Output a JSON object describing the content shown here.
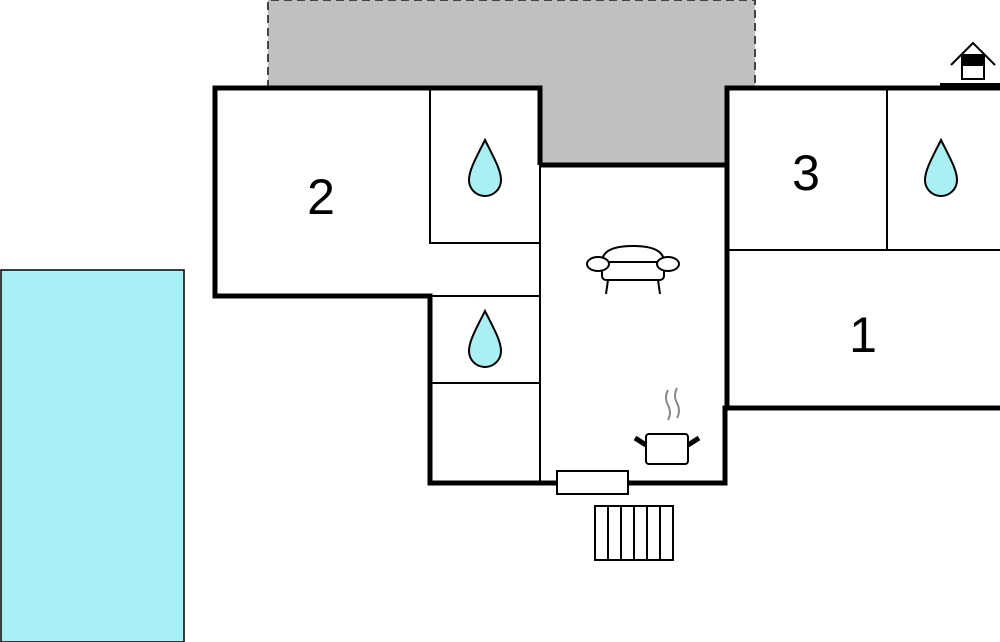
{
  "rooms": [
    {
      "label": "2",
      "type": "bedroom"
    },
    {
      "label": "3",
      "type": "bedroom"
    },
    {
      "label": "1",
      "type": "bedroom"
    }
  ],
  "icons": [
    "water-drop-icon",
    "sofa-icon",
    "cooking-pot-icon",
    "house-icon",
    "steps-icon"
  ],
  "colors": {
    "pool": "#a8f0f6",
    "terrace": "#c0c0c0",
    "water": "#aaf0f2"
  }
}
